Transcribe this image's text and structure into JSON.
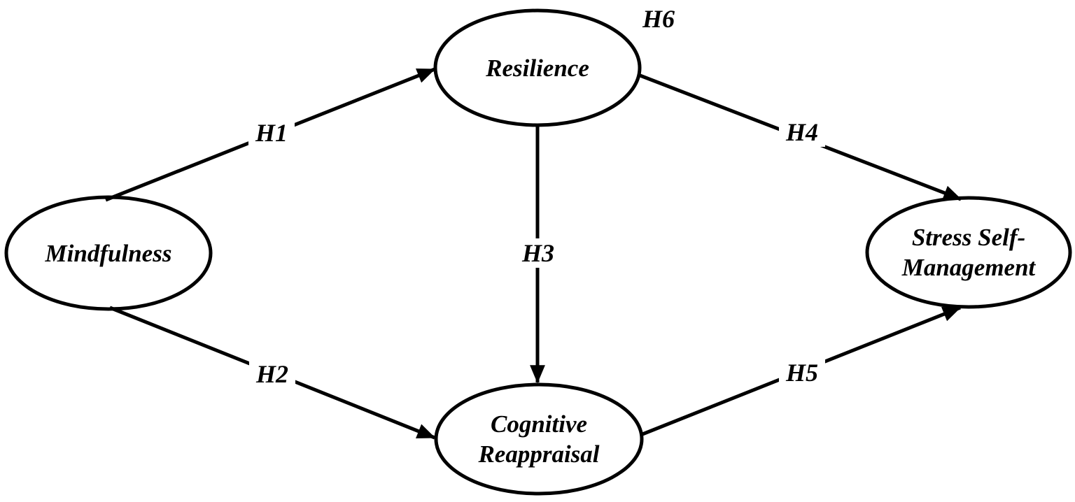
{
  "figure": {
    "type": "hypothesis-path-diagram",
    "background_color": "#ffffff",
    "line_color": "#000000",
    "nodes": [
      {
        "id": "mindfulness",
        "line1": "Mindfulness",
        "line2": ""
      },
      {
        "id": "resilience",
        "line1": "Resilience",
        "line2": ""
      },
      {
        "id": "cognitive-reappraisal",
        "line1": "Cognitive",
        "line2": "Reappraisal"
      },
      {
        "id": "stress-self-management",
        "line1": "Stress Self-",
        "line2": "Management"
      }
    ],
    "edges": [
      {
        "label": "H1",
        "from": "Mindfulness",
        "to": "Resilience"
      },
      {
        "label": "H2",
        "from": "Mindfulness",
        "to": "Cognitive Reappraisal"
      },
      {
        "label": "H3",
        "from": "Resilience",
        "to": "Cognitive Reappraisal"
      },
      {
        "label": "H4",
        "from": "Resilience",
        "to": "Stress Self-Management"
      },
      {
        "label": "H5",
        "from": "Cognitive Reappraisal",
        "to": "Stress Self-Management"
      }
    ],
    "annotations": [
      {
        "label": "H6"
      }
    ]
  }
}
